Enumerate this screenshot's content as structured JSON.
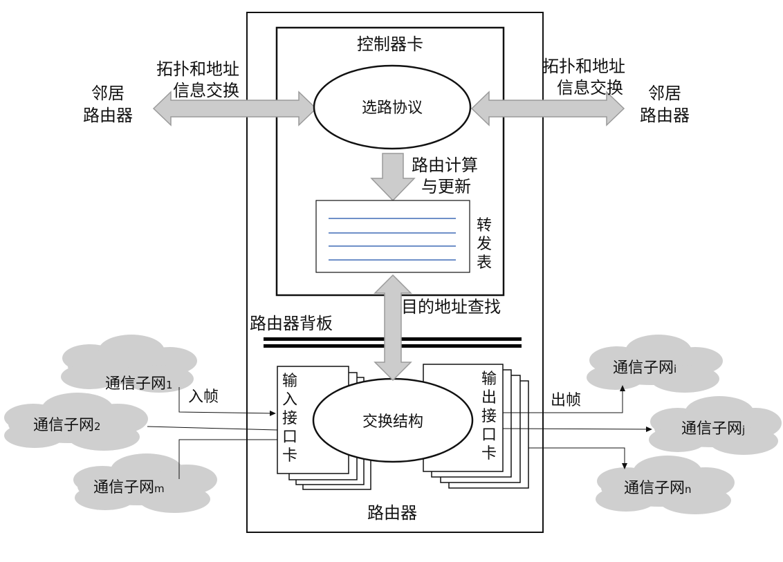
{
  "colors": {
    "frame_stroke": "#111111",
    "arrow_fill": "#cccccc",
    "arrow_stroke": "#9a9a9a",
    "cloud_fill": "#cfcfcf",
    "table_line": "#5a7fc1",
    "backplane": "#000000"
  },
  "router": {
    "label": "路由器",
    "controller": {
      "title": "控制器卡",
      "routing_protocol": "选路协议",
      "route_calc": [
        "路由计算",
        "与更新"
      ],
      "forwarding_table_label": [
        "转",
        "发",
        "表"
      ]
    },
    "backplane_label": "路由器背板",
    "dest_lookup": "目的地址查找",
    "switch_fabric": "交换结构",
    "input_card_label": [
      "输",
      "入",
      "接",
      "口",
      "卡"
    ],
    "output_card_label": [
      "输",
      "出",
      "接",
      "口",
      "卡"
    ]
  },
  "neighbors": {
    "left": {
      "label": [
        "邻居",
        "路由器"
      ],
      "exchange": [
        "拓扑和地址",
        "信息交换"
      ]
    },
    "right": {
      "label": [
        "邻居",
        "路由器"
      ],
      "exchange": [
        "拓扑和地址",
        "信息交换"
      ]
    }
  },
  "subnets": {
    "prefix": "通信子网",
    "s1": "1",
    "s2": "2",
    "sm": "m",
    "si": "i",
    "sj": "j",
    "sn": "n"
  },
  "frames": {
    "in": "入帧",
    "out": "出帧"
  }
}
